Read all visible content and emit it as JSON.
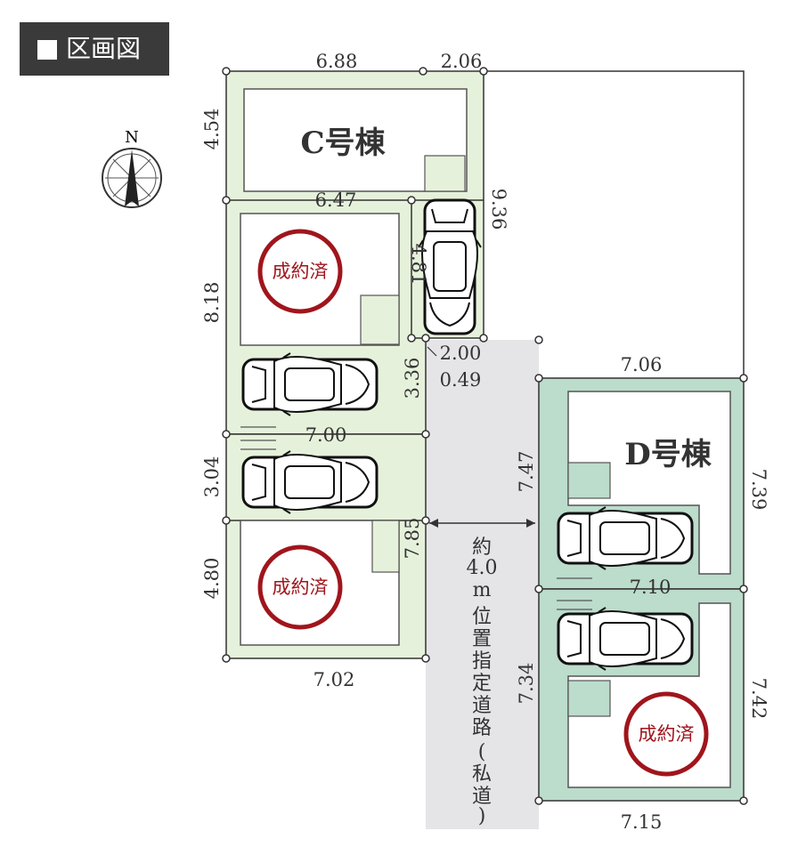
{
  "title": "区画図",
  "compass": "N",
  "buildings": {
    "c": "C号棟",
    "d": "D号棟"
  },
  "sold_label": "成約済",
  "road_label": [
    "約",
    "4.0",
    "m",
    "位",
    "置",
    "指",
    "定",
    "道",
    "路",
    "(",
    "私",
    "道",
    ")"
  ],
  "colors": {
    "lot_green": "#e6f1db",
    "lot_teal": "#bcdccc",
    "road_gray": "#e5e5e8",
    "sold_red": "#a0151c",
    "title_bg": "#3a3a3a"
  },
  "dimensions": {
    "c_top": "6.88",
    "c_top_ext": "2.06",
    "c_left": "4.54",
    "c_right": "9.36",
    "lot2_top": "6.47",
    "lot2_left": "8.18",
    "drive_len": "4.81",
    "drive_w": "2.00",
    "drive_off": "0.49",
    "lot2_step": "3.36",
    "lot3_top": "7.00",
    "lot3_left": "3.04",
    "lot4_left": "4.80",
    "lot34_right": "7.85",
    "lot4_bottom": "7.02",
    "d_top": "7.06",
    "d_left": "7.47",
    "d_right": "7.39",
    "lotd2_top": "7.10",
    "lotd2_left": "7.34",
    "lotd2_right": "7.42",
    "lotd2_bottom": "7.15"
  }
}
